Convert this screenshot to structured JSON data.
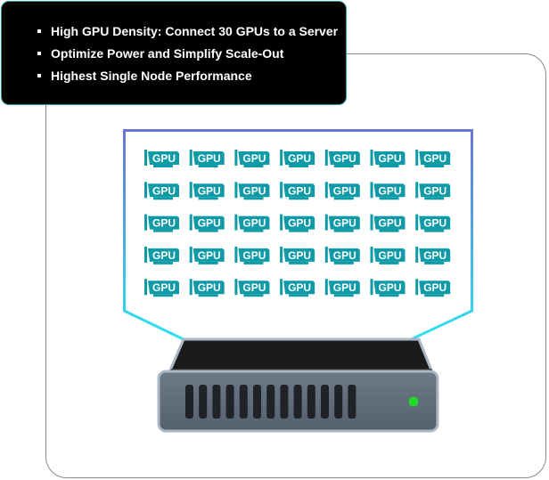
{
  "features": {
    "items": [
      "High GPU Density: Connect 30 GPUs to a Server",
      "Optimize Power and Simplify Scale-Out",
      "Highest Single Node Performance"
    ]
  },
  "gpu_grid": {
    "card_label": "GPU",
    "rows": 5,
    "columns": 7
  },
  "colors": {
    "callout_bg": "#000000",
    "callout_border": "#2f9aa0",
    "gpu_card": "#0e9aa7",
    "screen_gradient_top": "#6a74d8",
    "screen_gradient_bottom": "#2ee3ef",
    "server_body": "#5d6a78",
    "server_top": "#1b1b1b",
    "power_led": "#1fd82a"
  },
  "server": {
    "icon": "server-icon",
    "vent_count": 13
  }
}
